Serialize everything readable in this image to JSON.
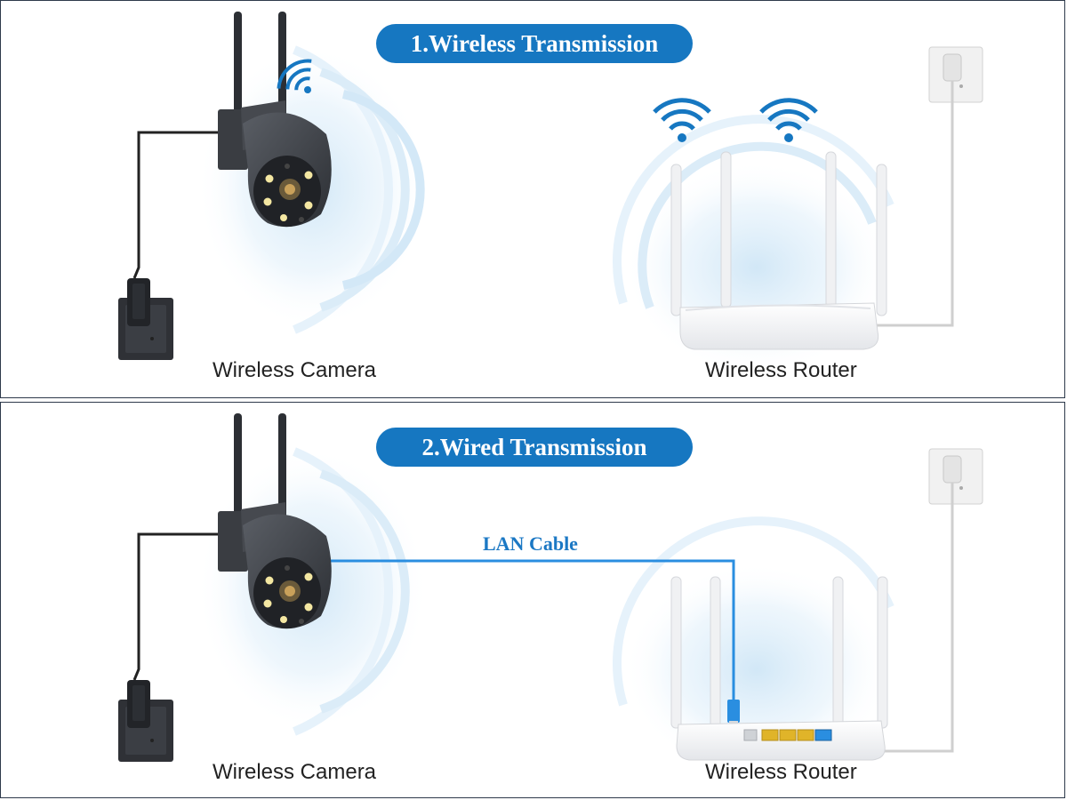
{
  "panels": [
    {
      "title": "1.Wireless Transmission",
      "camera_label": "Wireless Camera",
      "router_label": "Wireless Router"
    },
    {
      "title": "2.Wired Transmission",
      "camera_label": "Wireless Camera",
      "router_label": "Wireless Router",
      "cable_label": "LAN Cable"
    }
  ],
  "colors": {
    "accent": "#1677c1",
    "lan_cable": "#2a8ee0",
    "camera": "#3a3d42",
    "router": "#f4f4f6"
  },
  "icons": [
    "wifi-signal-icon",
    "wall-outlet-icon",
    "camera-icon",
    "router-icon",
    "power-adapter-icon",
    "ethernet-plug-icon"
  ]
}
